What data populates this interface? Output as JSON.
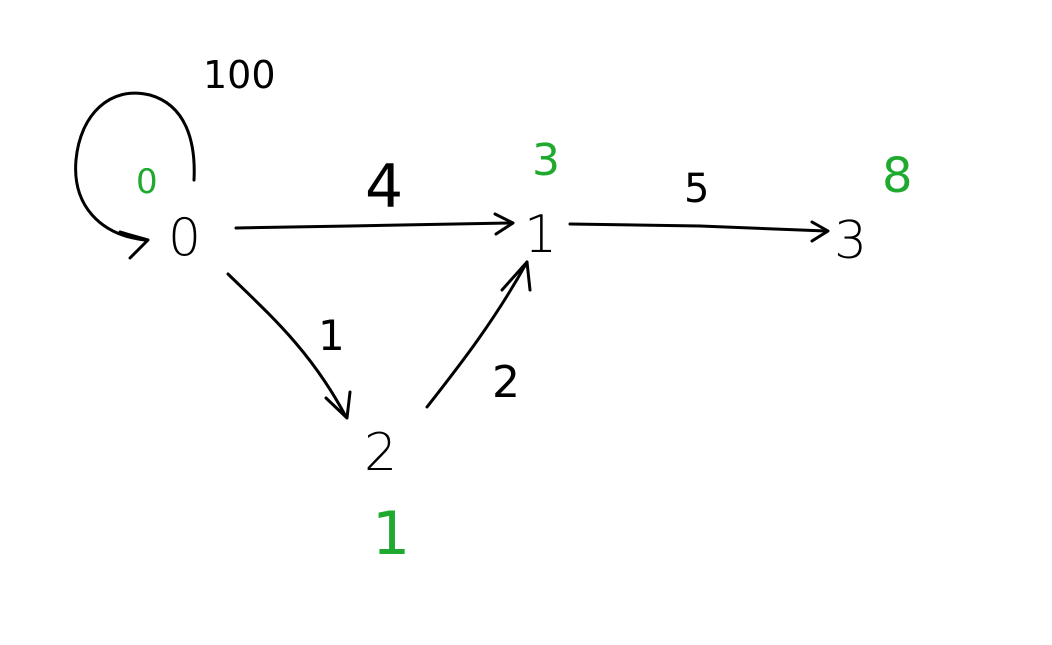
{
  "colors": {
    "ink": "#000000",
    "distance": "#1faa2f",
    "background": "#ffffff"
  },
  "nodes": [
    {
      "id": "0",
      "label": "0",
      "distance": "0"
    },
    {
      "id": "1",
      "label": "1",
      "distance": "3"
    },
    {
      "id": "2",
      "label": "2",
      "distance": "1"
    },
    {
      "id": "3",
      "label": "3",
      "distance": "8"
    }
  ],
  "edges": [
    {
      "from": "0",
      "to": "0",
      "weight": "100"
    },
    {
      "from": "0",
      "to": "1",
      "weight": "4"
    },
    {
      "from": "0",
      "to": "2",
      "weight": "1"
    },
    {
      "from": "2",
      "to": "1",
      "weight": "2"
    },
    {
      "from": "1",
      "to": "3",
      "weight": "5"
    }
  ]
}
